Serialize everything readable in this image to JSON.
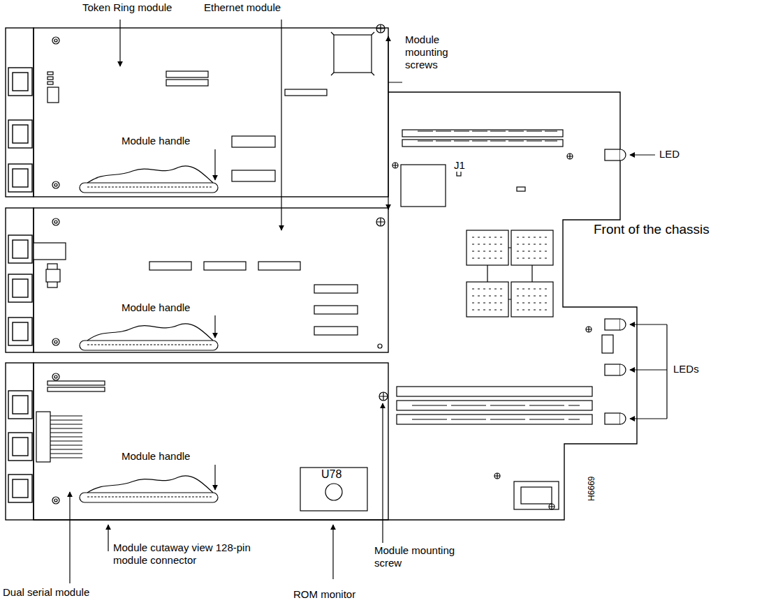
{
  "diagram": {
    "labels": [
      "Token Ring module",
      "Ethernet module",
      "Module mounting screws",
      "Module handle",
      "LED",
      "J1",
      "Front of the chassis",
      "Module handle",
      "LEDs",
      "Module handle",
      "U78",
      "H6669",
      "Module cutaway view 128-pin module connector",
      "Module mounting screw",
      "Dual serial module",
      "ROM monitor"
    ]
  }
}
